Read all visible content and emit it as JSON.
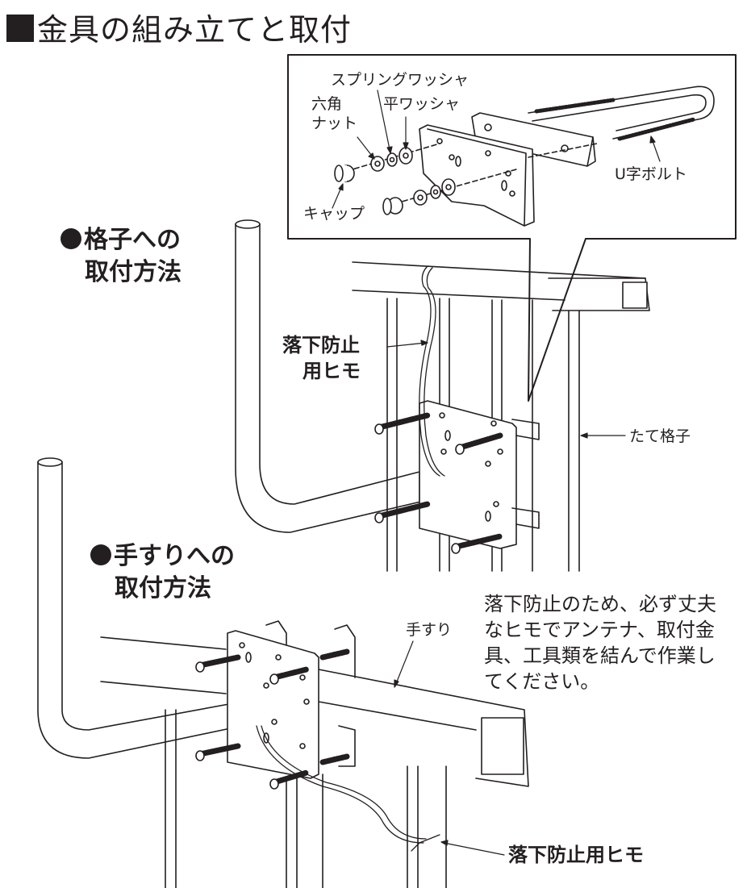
{
  "title": "金具の組み立てと取付",
  "detail_box": {
    "labels": {
      "spring_washer": "スプリングワッシャ",
      "hex_nut_line1": "六角",
      "hex_nut_line2": "ナット",
      "flat_washer": "平ワッシャ",
      "cap": "キャップ",
      "u_bolt": "U字ボルト"
    }
  },
  "lattice_section": {
    "heading_line1": "格子への",
    "heading_line2": "取付方法",
    "fall_cord_line1": "落下防止",
    "fall_cord_line2": "用ヒモ",
    "vertical_lattice": "たて格子"
  },
  "handrail_section": {
    "heading_line1": "手すりへの",
    "heading_line2": "取付方法",
    "handrail": "手すり",
    "fall_cord": "落下防止用ヒモ"
  },
  "safety_note": "落下防止のため、必ず丈夫なヒモでアンテナ、取付金具、工具類を結んで作業してください。",
  "colors": {
    "ink": "#231f20",
    "background": "#ffffff"
  }
}
